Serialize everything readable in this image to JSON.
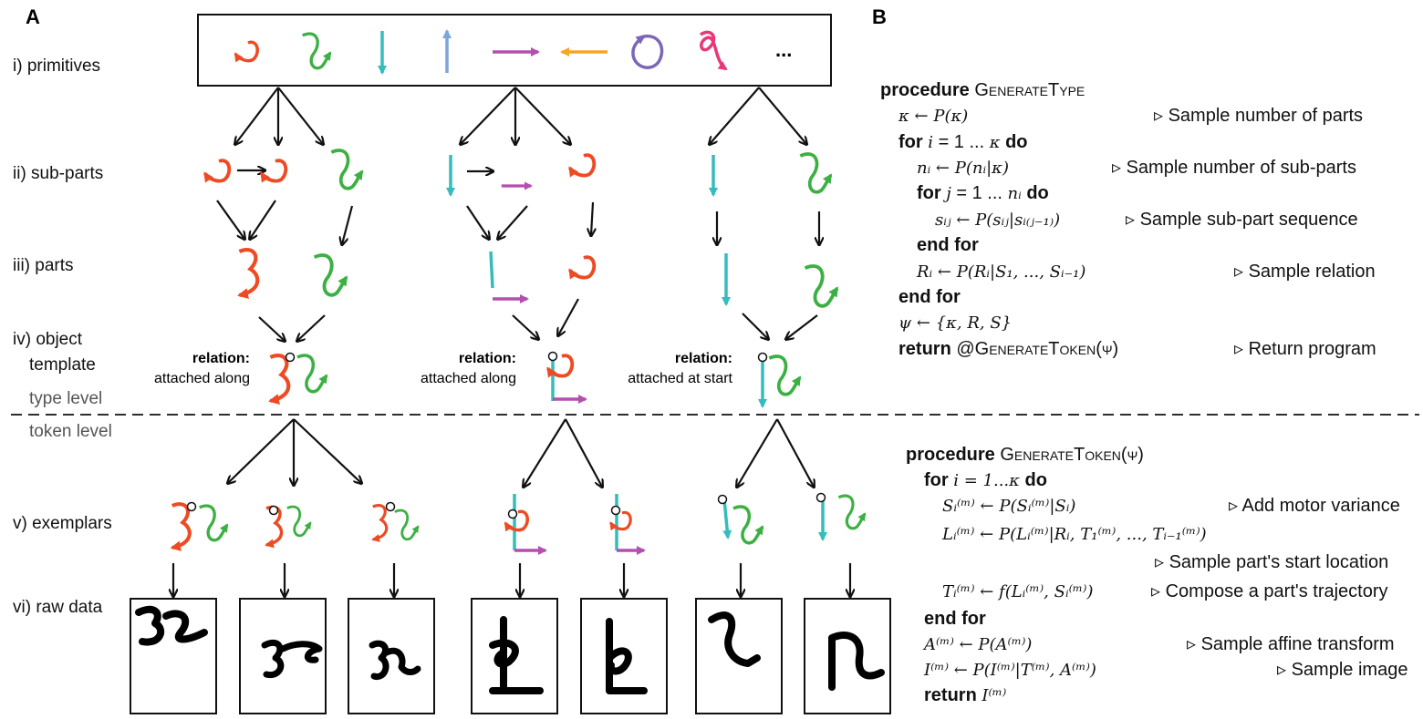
{
  "panels": {
    "a": "A",
    "b": "B"
  },
  "levels": {
    "primitives": "i) primitives",
    "subparts": "ii) sub-parts",
    "parts": "iii) parts",
    "object1": "iv) object",
    "object2": "template",
    "type": "type level",
    "token": "token level",
    "exemplars": "v) exemplars",
    "raw": "vi) raw data"
  },
  "primitives_more": "...",
  "relations": [
    {
      "head": "relation:",
      "text": "attached along"
    },
    {
      "head": "relation:",
      "text": "attached along"
    },
    {
      "head": "relation:",
      "text": "attached at start"
    }
  ],
  "colors": {
    "red": "#ee4a23",
    "green": "#3cb043",
    "teal": "#35bcbc",
    "blue": "#7ba6dc",
    "magenta": "#b44fb0",
    "orange": "#f5a623",
    "purple": "#7e66b7",
    "pink": "#e8387a"
  },
  "algo1": {
    "l1": {
      "kw": "procedure",
      "name": "GenerateType"
    },
    "l2": {
      "math": "κ ← P(κ)"
    },
    "l3": {
      "kw": "for",
      "math": "i",
      "mid": "= 1 ...",
      "math2": "κ",
      "kw2": "do"
    },
    "l4": {
      "math": "nᵢ ← P(nᵢ|κ)"
    },
    "l5": {
      "kw": "for",
      "math": "j",
      "mid": "= 1 ...",
      "math2": "nᵢ",
      "kw2": "do"
    },
    "l6": {
      "math": "sᵢⱼ ← P(sᵢⱼ|sᵢ₍ⱼ₋₁₎)"
    },
    "l7": {
      "kw": "end for"
    },
    "l8": {
      "math": "Rᵢ ← P(Rᵢ|S₁, ..., Sᵢ₋₁)"
    },
    "l9": {
      "kw": "end for"
    },
    "l10": {
      "math": "ψ ← {κ, R, S}"
    },
    "l11": {
      "kw": "return",
      "name": "@GenerateToken(ψ)"
    },
    "c1": "▹ Sample number of parts",
    "c2": "▹ Sample number of sub-parts",
    "c3": "▹ Sample sub-part sequence",
    "c4": "▹ Sample relation",
    "c5": "▹ Return program"
  },
  "algo2": {
    "l1": {
      "kw": "procedure",
      "name": "GenerateToken(ψ)"
    },
    "l2": {
      "kw": "for",
      "math": "i = 1...κ",
      "kw2": "do"
    },
    "l3": {
      "math": "Sᵢ⁽ᵐ⁾ ← P(Sᵢ⁽ᵐ⁾|Sᵢ)"
    },
    "l4": {
      "math": "Lᵢ⁽ᵐ⁾ ← P(Lᵢ⁽ᵐ⁾|Rᵢ, T₁⁽ᵐ⁾, ..., Tᵢ₋₁⁽ᵐ⁾)"
    },
    "l5": {
      "math": "Tᵢ⁽ᵐ⁾ ← f(Lᵢ⁽ᵐ⁾, Sᵢ⁽ᵐ⁾)"
    },
    "l6": {
      "kw": "end for"
    },
    "l7": {
      "math": "A⁽ᵐ⁾ ← P(A⁽ᵐ⁾)"
    },
    "l8": {
      "math": "I⁽ᵐ⁾ ← P(I⁽ᵐ⁾|T⁽ᵐ⁾, A⁽ᵐ⁾)"
    },
    "l9": {
      "kw": "return",
      "math": "I⁽ᵐ⁾"
    },
    "c1": "▹ Add motor variance",
    "c2": "▹ Sample part's start location",
    "c3": "▹ Compose a part's trajectory",
    "c4": "▹ Sample affine transform",
    "c5": "▹ Sample image"
  }
}
